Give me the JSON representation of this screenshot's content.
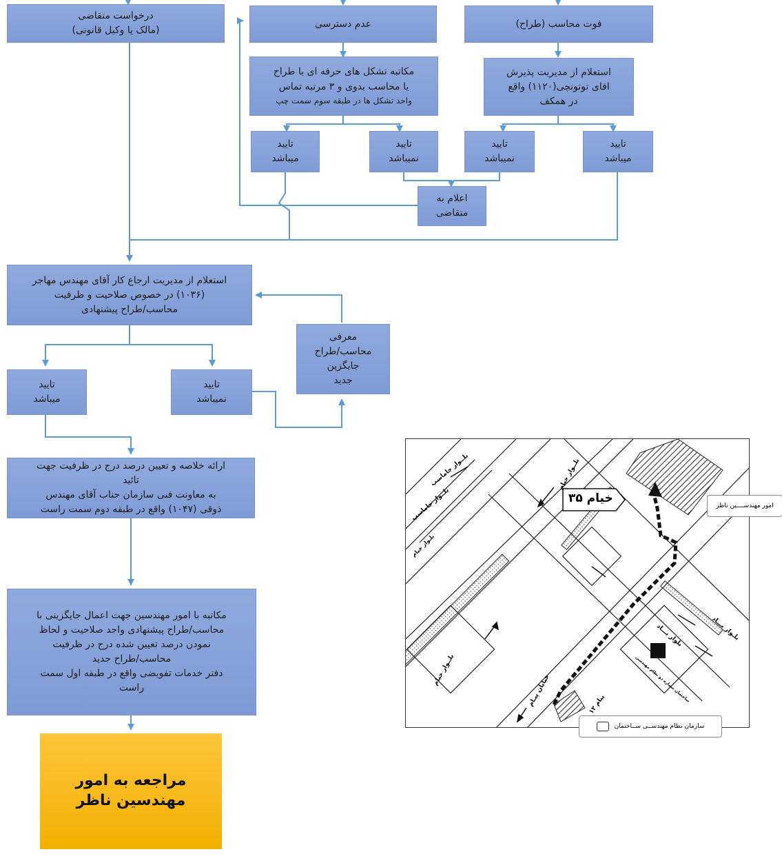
{
  "boxes": {
    "claimant_request": "درخواست متقاضی\n(مالک یا وکیل قانونی)",
    "no_access": "عدم دسترسی",
    "death": "فوت محاسب (طراح)",
    "letter_bodies": "مکاتبه تشکل های حرفه ای با طراح\nیا محاسب بدوی و ۳ مرتبه تماس",
    "letter_bodies_sub": "واحد تشکل ها در طبقه سوم سمت چپ",
    "inquiry_reception": "استعلام از مدیریت پذیرش\nاقای توتونچی(۱۱۲۰) واقع\nدر همکف",
    "approved_1": "تایید\nمیباشد",
    "not_approved_1": "تایید\nنمیباشد",
    "not_approved_2": "تایید\nنمیباشد",
    "approved_2": "تایید\nمیباشد",
    "notify_claimant": "اعلام به\nمتقاضی",
    "inquiry_referral": "استعلام از مدیریت ارجاع کار آقای مهندس مهاجر\n(۱۰۳۶) در خصوص صلاحیت و ظرفیت\nمحاسب/طراح پیشنهادی",
    "introduce_new": "معرفی\nمحاسب/طراح\nجایگزین\nجدید",
    "approved_3": "تایید\nمیباشد",
    "not_approved_3": "تایید\nنمیباشد",
    "summary": "ارائه خلاصه و تعیین درصد درج در ظرفیت جهت\nتائید\nبه معاونت فنی سازمان جناب آقای مهندس\nذوقی (۱۰۴۷) واقع در طبقه دوم سمت راست",
    "letter_engineers": "مکاتبه با امور مهندسین جهت اعمال جایگزینی با\nمحاسب/طراح پیشنهادی واجد صلاحیت و  لحاظ\nنمودن درصد تعیین شده درج در ظرفیت\nمحاسب/طراح جدید\nدفتر خدمات تفویضی واقع در طبقه اول سمت\nراست",
    "final": "مراجعه به امور\nمهندسین ناظر"
  },
  "map": {
    "khayyam_35": "خیام ۳۵",
    "blvd_khayyam_top": "بلــوار خیام",
    "blvd_khayyam_left": "بلــوار خیام",
    "blvd_khayyam_far": "بلـوار خیام",
    "blvd_jamasp_1": "بلــوار جاماسپ",
    "blvd_jamasp_2": "بلــوار جاماسپ",
    "blvd_basad": "بلـوار بـــاد",
    "blvd_basad_2": "بلوار بـــاد",
    "street_payam": "خیابان پیـام",
    "payam_12": "پیام ۱۲",
    "org_building": "ساختمان شماره دو نظام مهندسی",
    "callout_engineers": "امور مهندســــین ناظر",
    "callout_org": "سازمان نظام مهندســی ســاختمان"
  }
}
